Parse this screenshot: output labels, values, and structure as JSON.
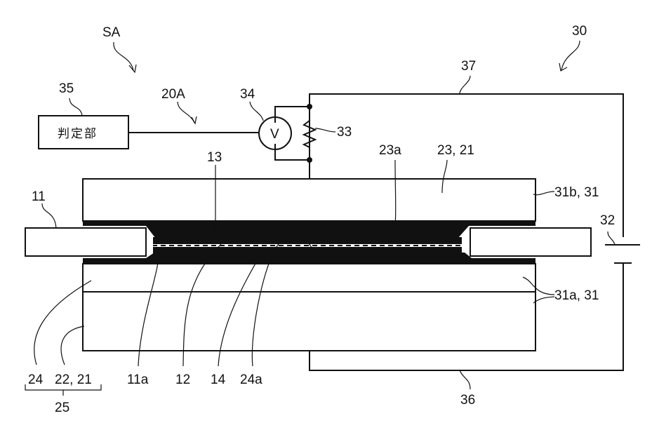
{
  "figure": {
    "labels": {
      "sa": "SA",
      "ref_30": "30",
      "ref_35": "35",
      "ref_20a": "20A",
      "ref_34": "34",
      "ref_37": "37",
      "ref_33": "33",
      "ref_13": "13",
      "ref_23a": "23a",
      "ref_23_21": "23, 21",
      "ref_11": "11",
      "ref_31b_31": "31b, 31",
      "ref_32": "32",
      "ref_31a_31_upper": "31a, 31",
      "ref_31a_31_lower": "31a, 31",
      "ref_24": "24",
      "ref_22_21": "22, 21",
      "ref_25": "25",
      "ref_11a": "11a",
      "ref_12": "12",
      "ref_14": "14",
      "ref_24a": "24a",
      "ref_36": "36"
    },
    "determination_unit_label": "判定部",
    "voltmeter_symbol": "V"
  }
}
